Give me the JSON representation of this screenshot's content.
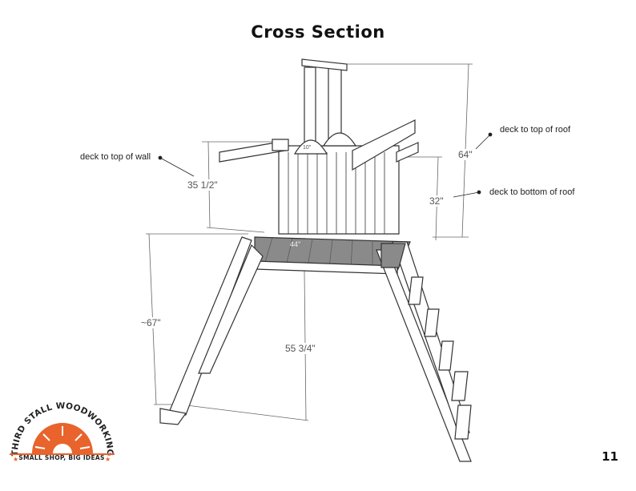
{
  "title": "Cross Section",
  "page_number": "11",
  "annotations": {
    "deck_to_top_of_wall": "deck to top of wall",
    "deck_to_top_of_roof": "deck to top of roof",
    "deck_to_bottom_of_roof": "deck to bottom of roof"
  },
  "dimensions": {
    "wall_height": "35 1/2\"",
    "roof_top_height": "64\"",
    "roof_bottom_height": "32\"",
    "deck_width": "44\"",
    "arch_width": "10\"",
    "slide_length": "~67\"",
    "deck_height": "55 3/4\""
  },
  "logo": {
    "name": "THIRD STALL WOODWORKING",
    "tagline": "SMALL SHOP, BIG IDEAS",
    "accent_color": "#e8642c"
  },
  "colors": {
    "line": "#333333",
    "dimension_line": "#666666",
    "deck": "#7a7a7a",
    "accent": "#e8642c"
  }
}
